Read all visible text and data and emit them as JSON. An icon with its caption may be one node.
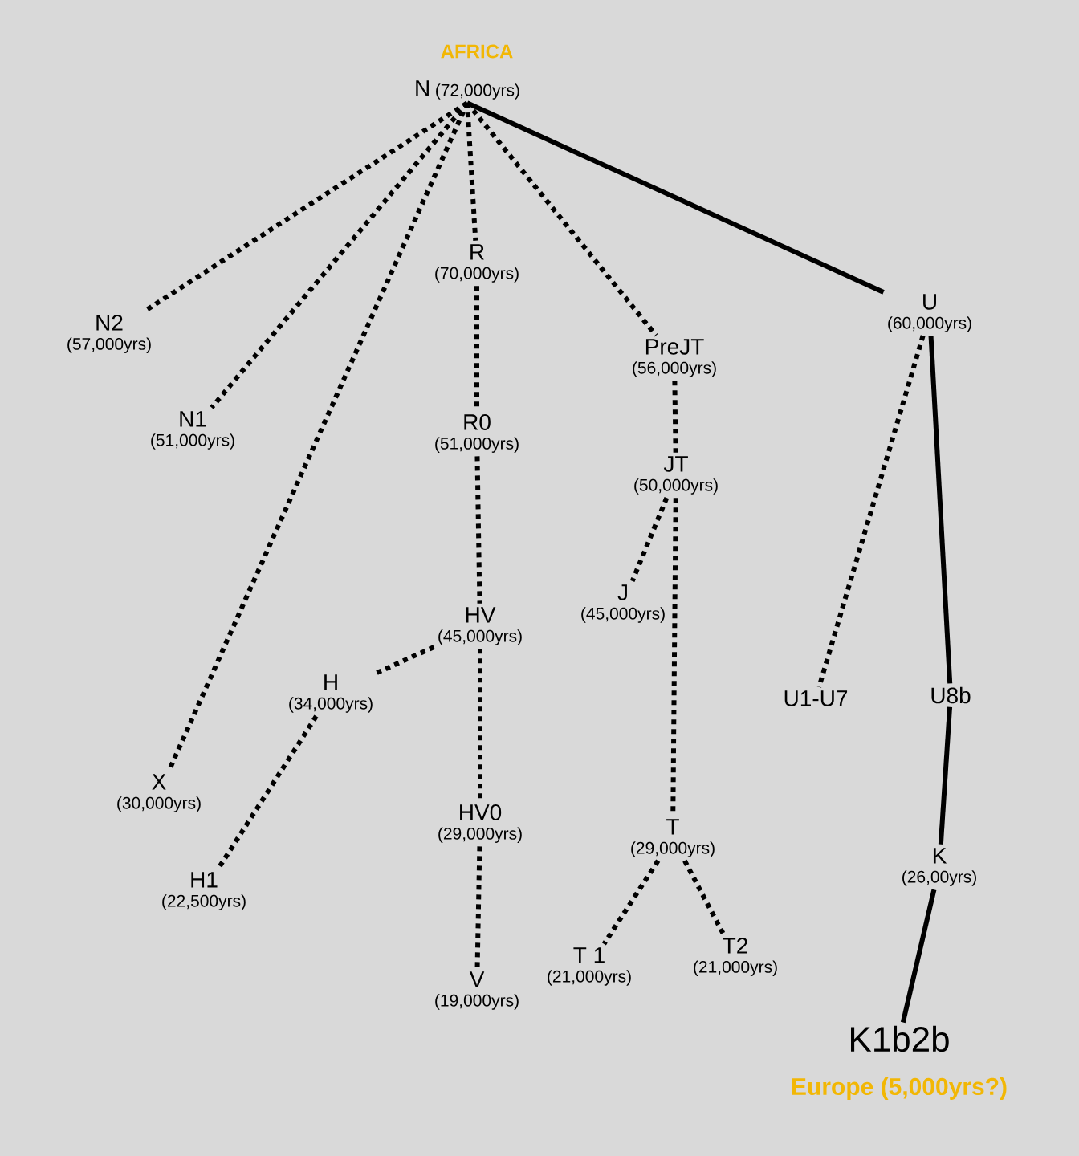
{
  "diagram": {
    "nodes": [
      {
        "text": [
          "N",
          "(72,000yrs)"
        ],
        "beside": [
          "AFRICA"
        ]
      },
      {
        "text": [
          "N2",
          "(57,000yrs)"
        ]
      },
      {
        "text": [
          "N1",
          "(51,000yrs)"
        ]
      },
      {
        "text": [
          "R",
          "(70,000yrs)"
        ]
      },
      {
        "text": [
          "X",
          "(30,000yrs)"
        ]
      },
      {
        "text": [
          "R0",
          "(51,000yrs)"
        ]
      },
      {
        "text": [
          "PreJT",
          "(56,000yrs)"
        ]
      },
      {
        "text": [
          "U",
          "(60,000yrs)"
        ]
      },
      {
        "text": [
          "JT",
          "(50,000yrs)"
        ]
      },
      {
        "text": [
          "J",
          "(45,000yrs)"
        ]
      },
      {
        "text": [
          "HV",
          "(45,000yrs)"
        ]
      },
      {
        "text": [
          "H",
          "(34,000yrs)"
        ]
      },
      {
        "text": [
          "U1-U7"
        ]
      },
      {
        "text": [
          "U8b"
        ]
      },
      {
        "text": [
          "H1",
          "(22,500yrs)"
        ]
      },
      {
        "text": [
          "HV0",
          "(29,000yrs)"
        ]
      },
      {
        "text": [
          "T",
          "(29,000yrs)"
        ]
      },
      {
        "text": [
          "K",
          "(26,00yrs)"
        ]
      },
      {
        "text": [
          "T 1",
          "(21,000yrs)"
        ]
      },
      {
        "text": [
          "T2",
          "(21,000yrs)"
        ]
      },
      {
        "text": [
          "V",
          "(19,000yrs)"
        ]
      },
      {
        "text": [
          "K1b2b"
        ],
        "beside": [
          "Europe (5,000yrs?)"
        ]
      }
    ],
    "edges": [
      {
        "from": 0,
        "to": 1,
        "arrow": "none",
        "style": "dashed"
      },
      {
        "from": 0,
        "to": 2,
        "arrow": "none",
        "style": "dashed"
      },
      {
        "from": 0,
        "to": 4,
        "arrow": "none",
        "style": "dashed"
      },
      {
        "from": 0,
        "to": 3,
        "arrow": "none",
        "style": "dashed"
      },
      {
        "from": 0,
        "to": 6,
        "arrow": "none",
        "style": "dashed"
      },
      {
        "from": 0,
        "to": 7,
        "arrow": "none"
      },
      {
        "from": 3,
        "to": 5,
        "arrow": "none",
        "style": "dashed"
      },
      {
        "from": 5,
        "to": 10,
        "arrow": "none",
        "style": "dashed"
      },
      {
        "from": 10,
        "to": 11,
        "arrow": "none",
        "style": "dashed"
      },
      {
        "from": 11,
        "to": 14,
        "arrow": "none",
        "style": "dashed"
      },
      {
        "from": 10,
        "to": 15,
        "arrow": "none",
        "style": "dashed"
      },
      {
        "from": 15,
        "to": 20,
        "arrow": "none",
        "style": "dashed"
      },
      {
        "from": 6,
        "to": 8,
        "arrow": "none",
        "style": "dashed"
      },
      {
        "from": 8,
        "to": 9,
        "arrow": "none",
        "style": "dashed"
      },
      {
        "from": 8,
        "to": 16,
        "arrow": "none",
        "style": "dashed"
      },
      {
        "from": 16,
        "to": 18,
        "arrow": "none",
        "style": "dashed"
      },
      {
        "from": 16,
        "to": 19,
        "arrow": "none",
        "style": "dashed"
      },
      {
        "from": 7,
        "to": 12,
        "arrow": "none",
        "style": "dashed"
      },
      {
        "from": 7,
        "to": 13,
        "arrow": "none"
      },
      {
        "from": 13,
        "to": 17,
        "arrow": "none"
      },
      {
        "from": 17,
        "to": 21,
        "arrow": "none"
      }
    ]
  }
}
